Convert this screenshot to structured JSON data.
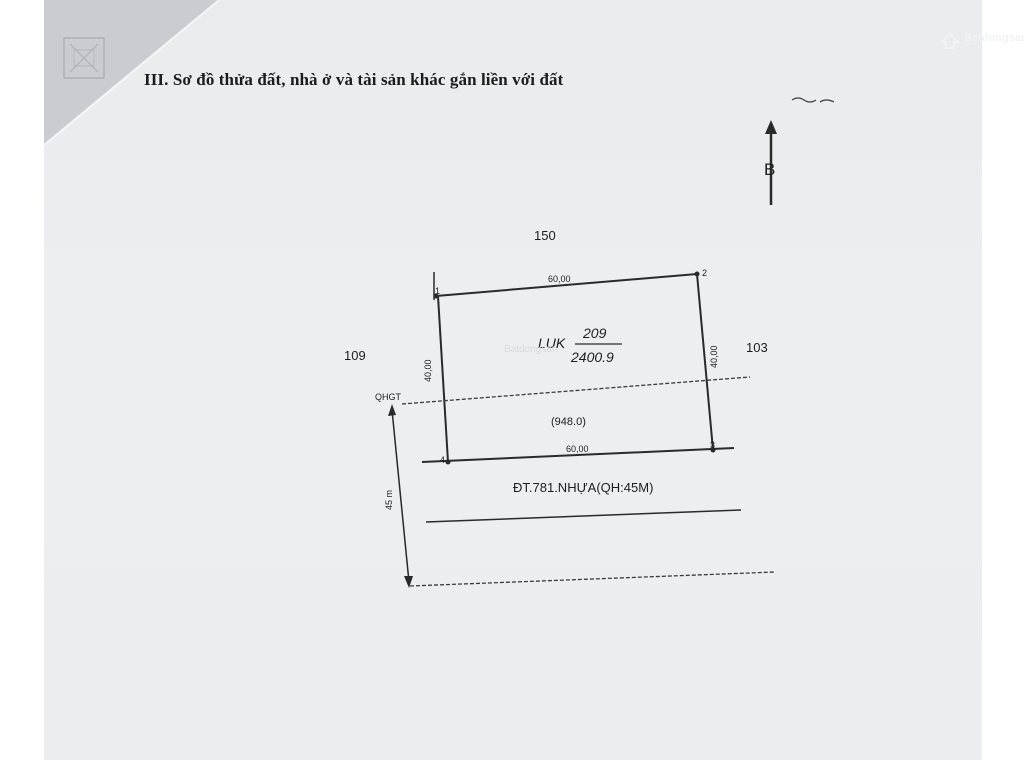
{
  "document": {
    "heading": "III. Sơ đồ thửa đất, nhà ở và tài sản khác gắn liền với đất",
    "north_label": "B"
  },
  "parcel": {
    "land_type": "LUK",
    "parcel_number": "209",
    "area": "2400.9",
    "road_reserve_area": "(948.0)",
    "edge_top": "60,00",
    "edge_bottom": "60,00",
    "edge_left": "40,00",
    "edge_right": "40,00",
    "vertex_1": "1",
    "vertex_2": "2",
    "vertex_3": "3",
    "vertex_4": "4"
  },
  "neighbors": {
    "north": "150",
    "west": "109",
    "east": "103"
  },
  "road": {
    "reserve_label": "QHGT",
    "name": "ĐT.781.NHỰA(QH:45M)",
    "width_label": "45 m"
  },
  "watermark": {
    "brand": "Batdongsan"
  },
  "colors": {
    "paper": "#eceef0",
    "ink": "#1e1e1e",
    "heading_ink": "#1c1c1c"
  }
}
